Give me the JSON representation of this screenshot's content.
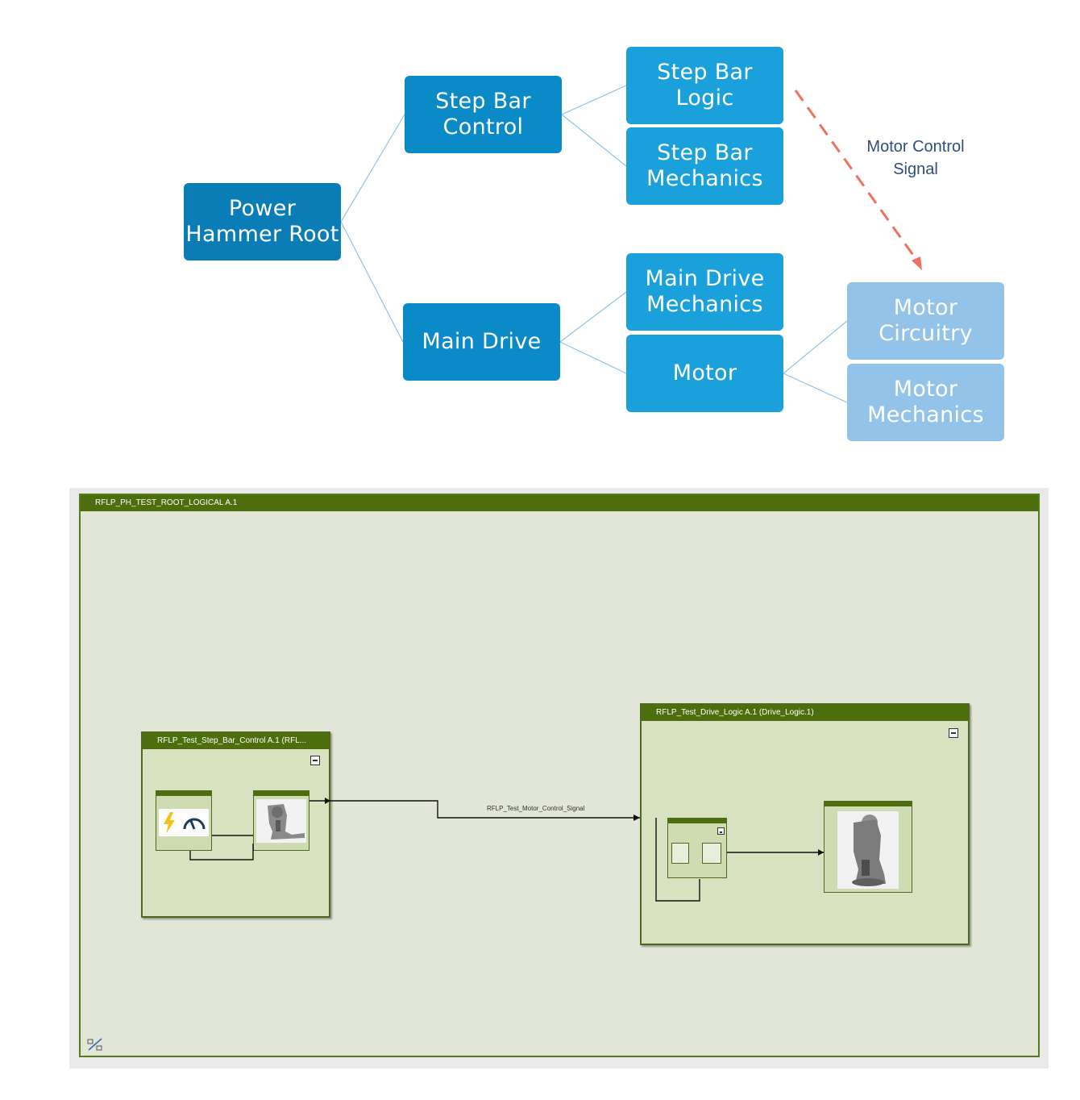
{
  "tree": {
    "root": "Power\nHammer Root",
    "step_bar_control": "Step Bar\nControl",
    "main_drive": "Main Drive",
    "step_bar_logic": "Step Bar\nLogic",
    "step_bar_mechanics": "Step Bar\nMechanics",
    "main_drive_mechanics": "Main Drive\nMechanics",
    "motor": "Motor",
    "motor_circuitry": "Motor\nCircuitry",
    "motor_mechanics": "Motor\nMechanics",
    "signal_label": "Motor Control\nSignal"
  },
  "colors": {
    "level0": "#0b7db6",
    "level1": "#0a8ac6",
    "level2": "#1aa0db",
    "level3": "#93c3e8",
    "signal_arrow": "#ee7060",
    "block_header": "#4c6e0c"
  },
  "logical_view": {
    "root_title": "RFLP_PH_TEST_ROOT_LOGICAL A.1",
    "step_bar_block_title": "RFLP_Test_Step_Bar_Control A.1 (RFL...",
    "drive_block_title": "RFLP_Test_Drive_Logic A.1 (Drive_Logic.1)",
    "signal_wire_label": "RFLP_Test_Motor_Control_Signal",
    "icons": {
      "collapse": "collapse-icon",
      "lightning": "lightning-icon",
      "gauge": "gauge-icon",
      "machine": "power-hammer-image",
      "layout": "diagram-layout-icon"
    }
  }
}
